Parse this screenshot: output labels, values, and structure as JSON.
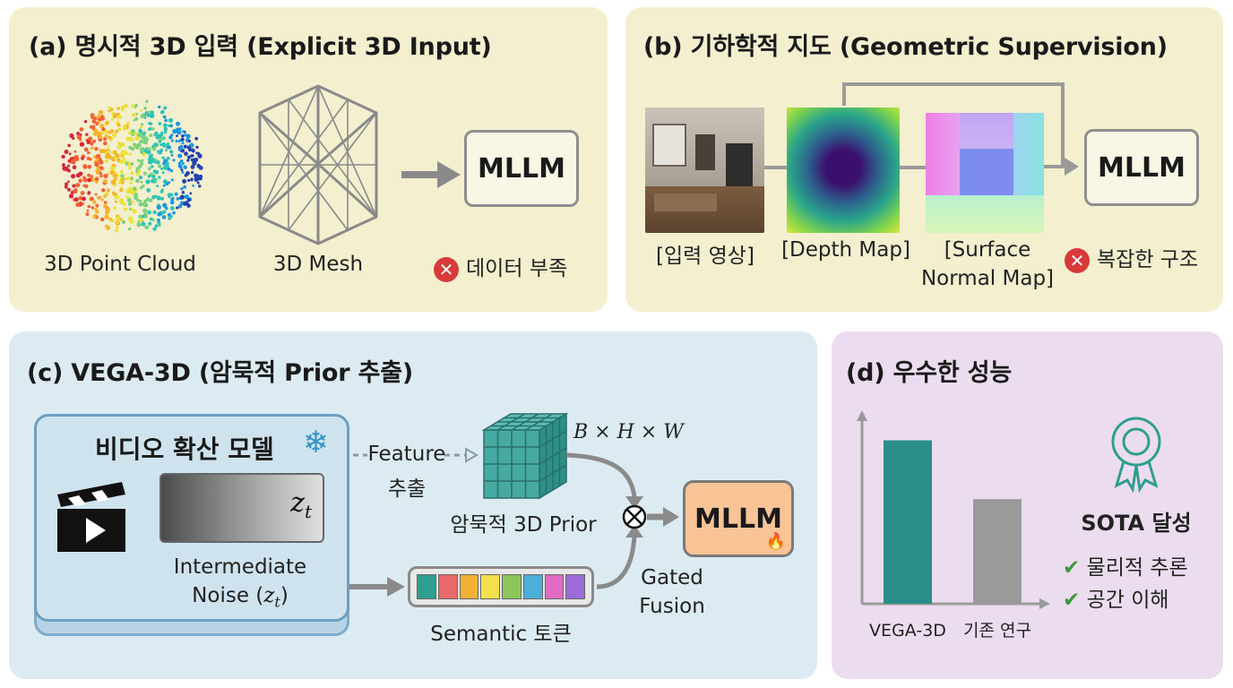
{
  "panel_a": {
    "title": "(a) 명시적 3D 입력 (Explicit 3D Input)",
    "point_cloud_label": "3D Point Cloud",
    "mesh_label": "3D Mesh",
    "mllm_label": "MLLM",
    "drawback": "데이터 부족"
  },
  "panel_b": {
    "title": "(b) 기하학적 지도 (Geometric Supervision)",
    "input_label": "[입력 영상]",
    "depth_label": "[Depth Map]",
    "normal_label_1": "[Surface",
    "normal_label_2": "Normal Map]",
    "mllm_label": "MLLM",
    "drawback": "복잡한 구조"
  },
  "panel_c": {
    "title": "(c) VEGA-3D (암묵적 Prior 추출)",
    "video_model_label": "비디오 확산 모델",
    "latent_symbol": "z",
    "latent_sub": "t",
    "noise_label_1": "Intermediate",
    "noise_label_2": "Noise (",
    "noise_label_3": ")",
    "feature_label_1": "Feature",
    "feature_label_2": "추출",
    "dims_label": "B × H × W",
    "prior_label": "암묵적 3D Prior",
    "fusion_label_1": "Gated",
    "fusion_label_2": "Fusion",
    "mllm_label": "MLLM",
    "semantic_label": "Semantic 토큰",
    "token_colors": [
      "#2f9e8f",
      "#e86a6a",
      "#f2b134",
      "#f4e04d",
      "#8cc65a",
      "#4ab0d9",
      "#e26bc2",
      "#9b6bd8"
    ]
  },
  "panel_d": {
    "title": "(d) 우수한 성능",
    "sota_label": "SOTA 달성",
    "benefits": [
      "물리적 추론",
      "공간 이해"
    ]
  },
  "chart_data": {
    "type": "bar",
    "categories": [
      "VEGA-3D",
      "기존 연구"
    ],
    "values": [
      1.0,
      0.64
    ],
    "colors": [
      "#2a8f8a",
      "#9a9a9a"
    ],
    "title": "",
    "xlabel": "",
    "ylabel": "",
    "ylim": [
      0,
      1.14
    ]
  }
}
